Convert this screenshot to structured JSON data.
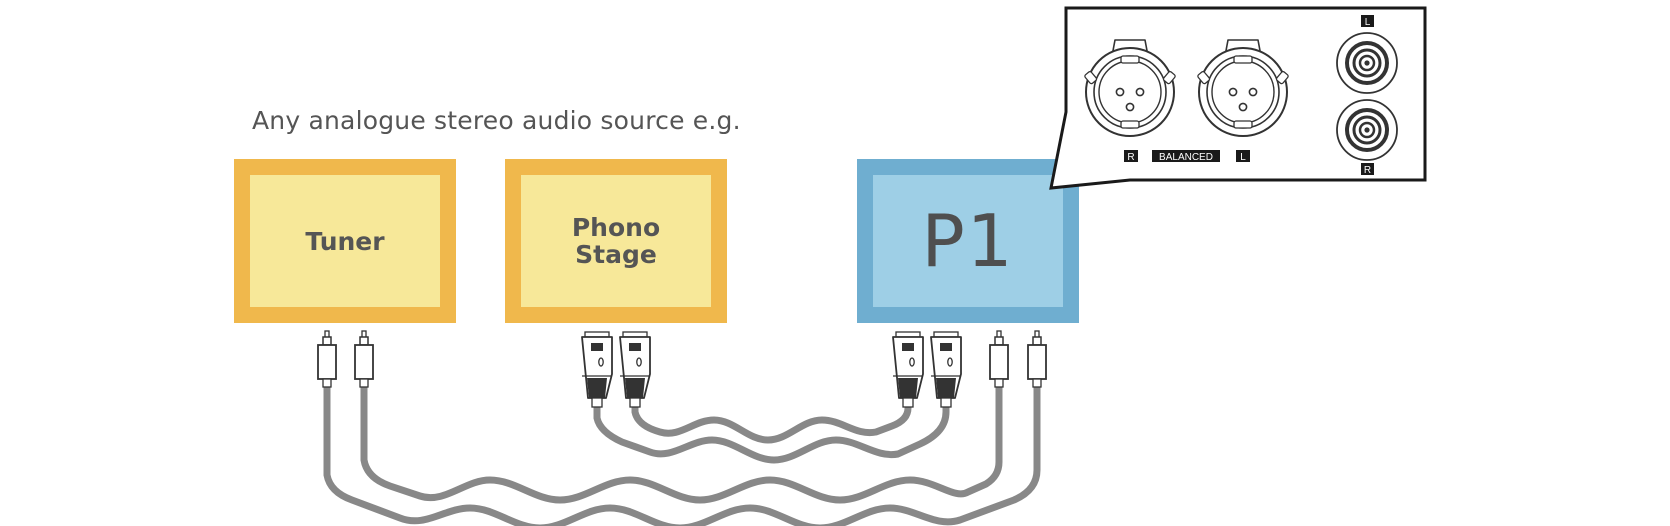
{
  "caption": "Any analogue stereo audio source e.g.",
  "sources": {
    "tuner": "Tuner",
    "phono_line1": "Phono",
    "phono_line2": "Stage"
  },
  "device": {
    "name": "P1"
  },
  "panel": {
    "xlr_r": "R",
    "balanced": "BALANCED",
    "xlr_l": "L",
    "rca_l": "L",
    "rca_r": "R"
  },
  "colors": {
    "source_fill": "#F7E899",
    "source_border": "#F0B84C",
    "device_fill": "#9ECFE6",
    "device_border": "#6FAED0",
    "cable": "#888888"
  }
}
